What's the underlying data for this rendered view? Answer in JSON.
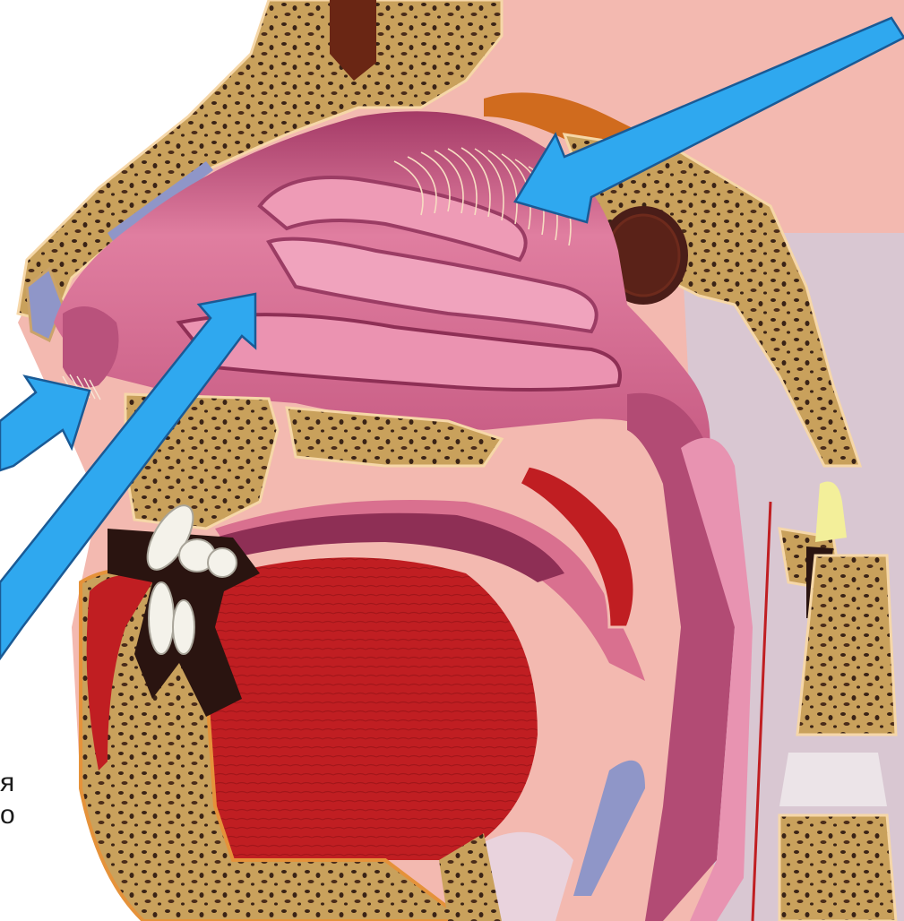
{
  "figure": {
    "subject": "nasal-cavity-sagittal-section",
    "palette": {
      "background": "#ffffff",
      "bone": "#c9a15c",
      "bone_spots": "#3a2316",
      "mucosa": "#d9708f",
      "mucosa_light": "#ee9bb6",
      "mucosa_dark": "#8e2f55",
      "tongue": "#c01e22",
      "teeth": "#f4f2ea",
      "cartilage": "#8f96c8",
      "sphenoid_sinus": "#4a1d18",
      "arrow_fill": "#2fa8ef",
      "arrow_stroke": "#1a5a95",
      "vertebra_highlight": "#f3ef9a"
    },
    "arrows": [
      {
        "id": "arrow-olfactory-region",
        "points_to": "olfactory-epithelium"
      },
      {
        "id": "arrow-nostril-vestibule",
        "points_to": "nostril-hairs"
      },
      {
        "id": "arrow-nasal-conchae",
        "points_to": "middle-nasal-concha"
      }
    ],
    "edge_text": [
      "я",
      "о"
    ]
  }
}
